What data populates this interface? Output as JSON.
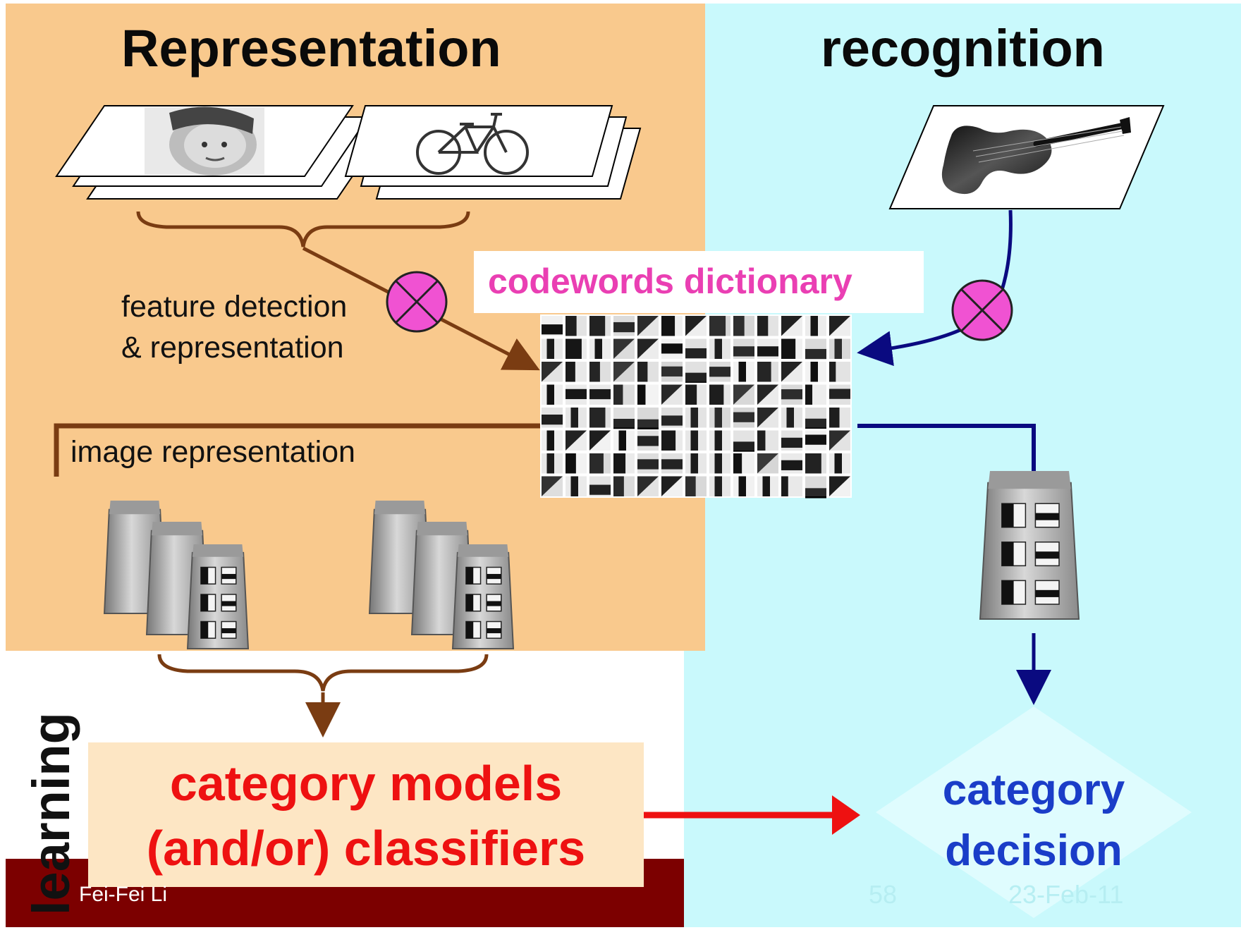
{
  "left_title": "Representation",
  "right_title": "recognition",
  "feature_label": [
    "feature detection",
    "& representation"
  ],
  "image_rep_label": "image representation",
  "codewords_label": "codewords dictionary",
  "models_label": [
    "category models",
    "(and/or) classifiers"
  ],
  "learning_label": "learning",
  "decision_label": [
    "category",
    "decision"
  ],
  "footer": {
    "author": "Fei-Fei Li",
    "slide_number": "58",
    "date": "23-Feb-11"
  },
  "colors": {
    "learning_panel": "#f9c98d",
    "recognition_panel": "#c9f9fc",
    "footer_bar": "#7c0000",
    "brown_arrow": "#7a3c12",
    "navy_arrow": "#0a0a80",
    "red_arrow": "#ee1111",
    "operator_fill": "#f052d2",
    "codewords_text": "#ea3fb3",
    "decision_text": "#1a3dc8"
  },
  "icons": [
    "image-stack-face",
    "image-stack-bicycle",
    "violin-image",
    "multiply-operator",
    "codebook-grid",
    "paper-bag-histogram"
  ]
}
